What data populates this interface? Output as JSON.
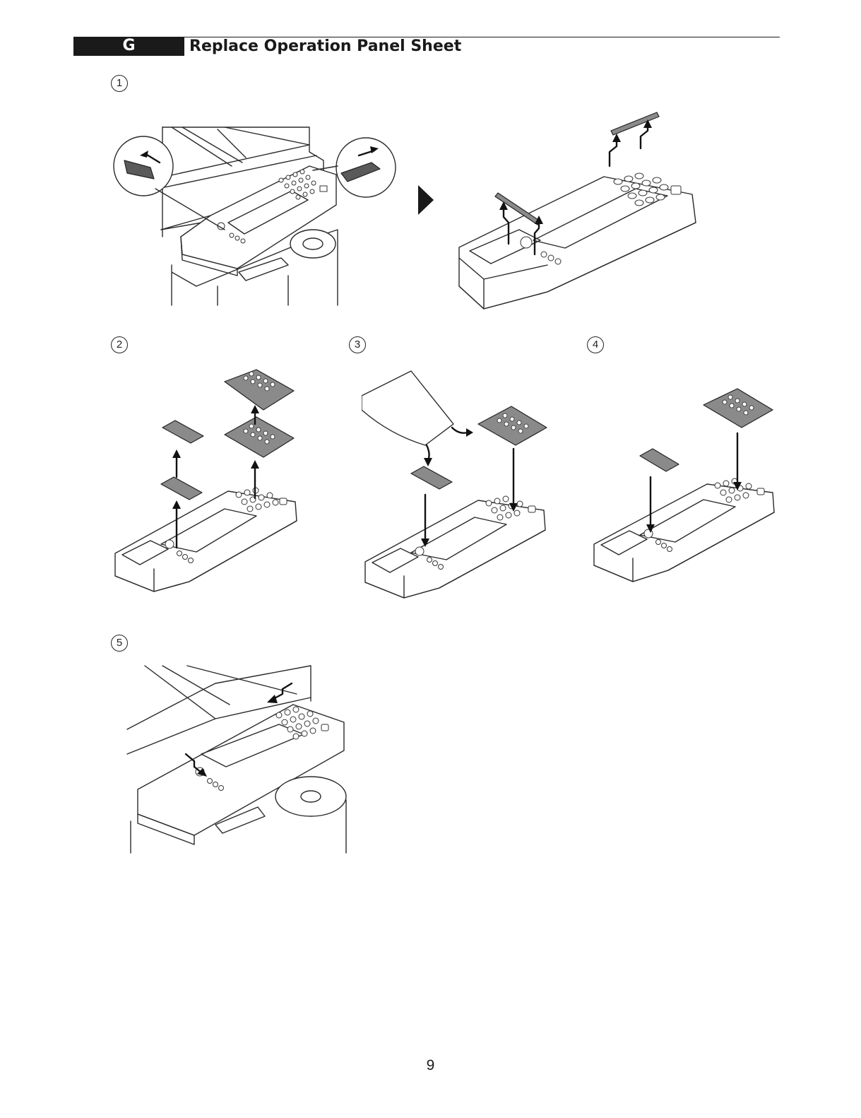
{
  "header": {
    "section_letter": "G",
    "title": "Replace Operation Panel Sheet"
  },
  "steps": [
    {
      "number": "1"
    },
    {
      "number": "2"
    },
    {
      "number": "3"
    },
    {
      "number": "4"
    },
    {
      "number": "5"
    }
  ],
  "footer": {
    "page_number": "9"
  }
}
